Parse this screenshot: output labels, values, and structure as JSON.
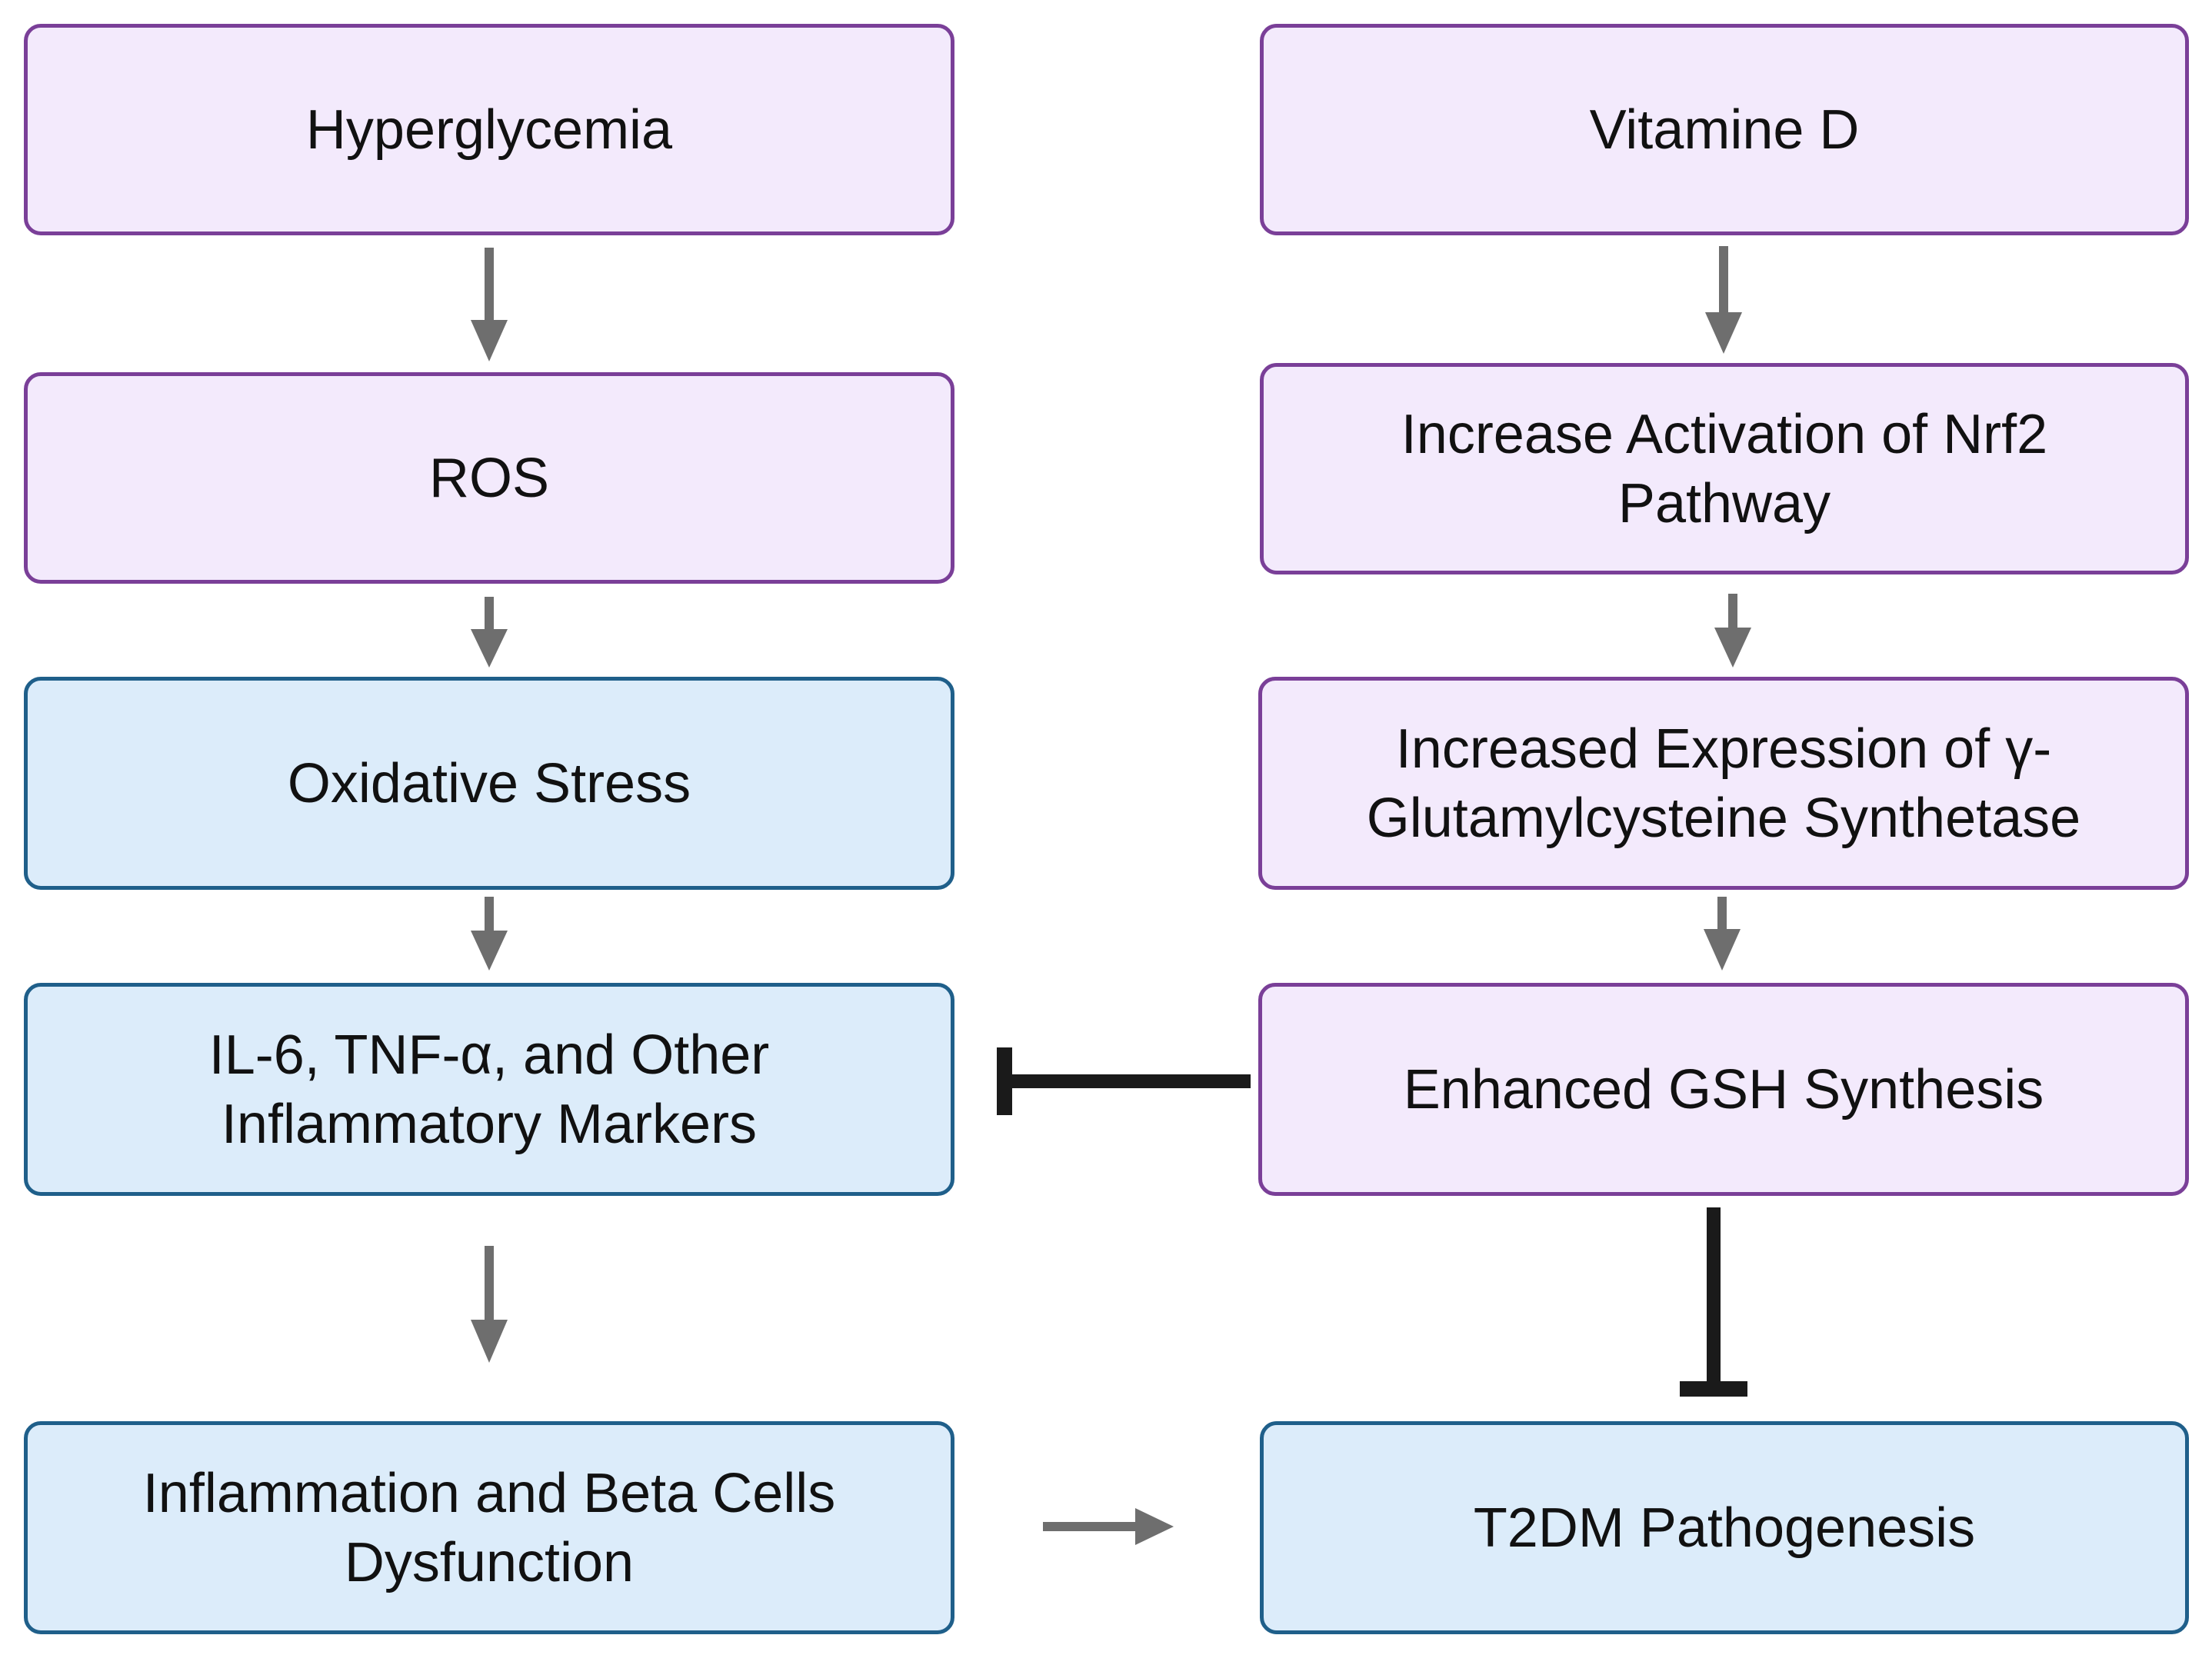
{
  "nodes": {
    "hyperglycemia": "Hyperglycemia",
    "ros": "ROS",
    "oxidative_stress": "Oxidative Stress",
    "inflammatory_markers": "IL-6, TNF-α, and Other Inflammatory Markers",
    "inflammation_beta_cells": "Inflammation and Beta Cells Dysfunction",
    "vitamin_d": "Vitamine D",
    "nrf2_activation": "Increase Activation of Nrf2 Pathway",
    "gcs_expression": "Increased Expression of γ-Glutamylcysteine Synthetase",
    "gsh_synthesis": "Enhanced GSH Synthesis",
    "t2dm": "T2DM Pathogenesis"
  },
  "colors": {
    "purple_fill": "#f3eafc",
    "purple_border": "#7a3f98",
    "blue_fill": "#dcecfa",
    "blue_border": "#1f5f8a",
    "arrow": "#6e6e6e",
    "inhibitor": "#1a1a1a"
  },
  "edges": [
    {
      "from": "hyperglycemia",
      "to": "ros",
      "type": "activation"
    },
    {
      "from": "ros",
      "to": "oxidative_stress",
      "type": "activation"
    },
    {
      "from": "oxidative_stress",
      "to": "inflammatory_markers",
      "type": "activation"
    },
    {
      "from": "inflammatory_markers",
      "to": "inflammation_beta_cells",
      "type": "activation"
    },
    {
      "from": "inflammation_beta_cells",
      "to": "t2dm",
      "type": "activation"
    },
    {
      "from": "vitamin_d",
      "to": "nrf2_activation",
      "type": "activation"
    },
    {
      "from": "nrf2_activation",
      "to": "gcs_expression",
      "type": "activation"
    },
    {
      "from": "gcs_expression",
      "to": "gsh_synthesis",
      "type": "activation"
    },
    {
      "from": "gsh_synthesis",
      "to": "inflammatory_markers",
      "type": "inhibition"
    },
    {
      "from": "gsh_synthesis",
      "to": "t2dm",
      "type": "inhibition"
    }
  ]
}
